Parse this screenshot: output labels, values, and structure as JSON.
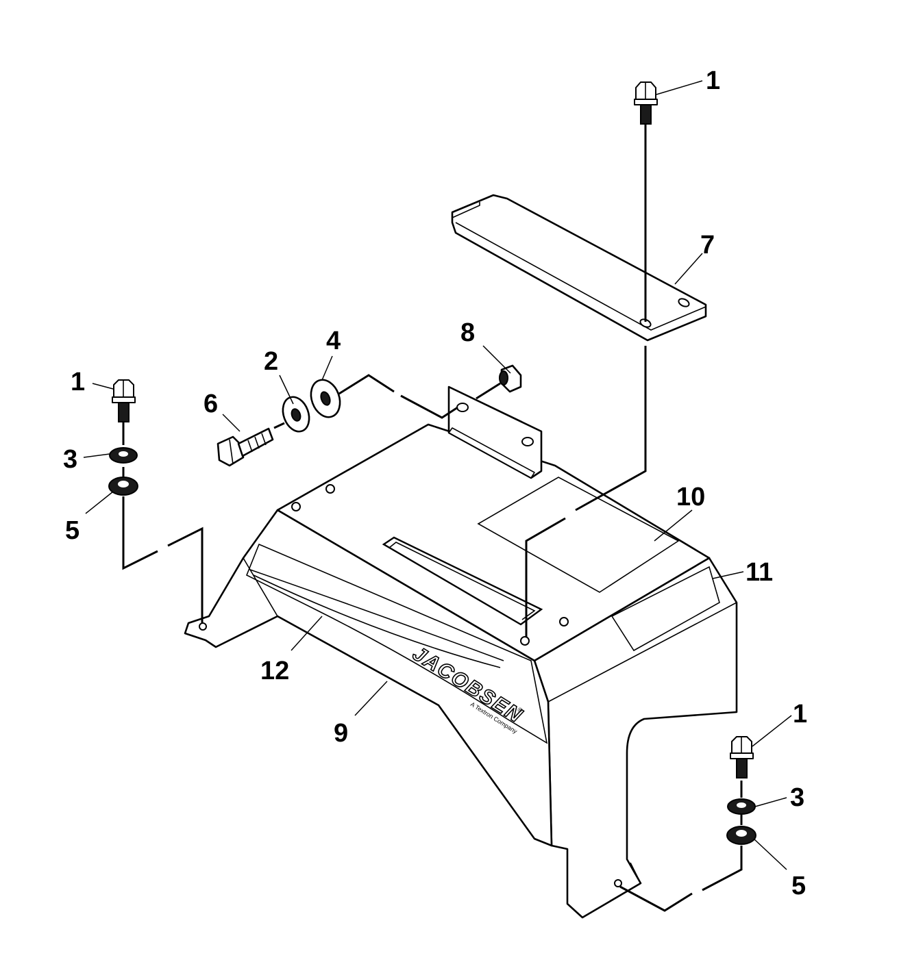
{
  "diagram": {
    "brand_text": "JACOBSEN",
    "brand_mark": "®",
    "brand_subtext": "A Textron Company",
    "callouts": [
      {
        "id": "c1-top",
        "label": "1"
      },
      {
        "id": "c7",
        "label": "7"
      },
      {
        "id": "c8",
        "label": "8"
      },
      {
        "id": "c4",
        "label": "4"
      },
      {
        "id": "c2",
        "label": "2"
      },
      {
        "id": "c6",
        "label": "6"
      },
      {
        "id": "c1-left",
        "label": "1"
      },
      {
        "id": "c3-left",
        "label": "3"
      },
      {
        "id": "c5-left",
        "label": "5"
      },
      {
        "id": "c10",
        "label": "10"
      },
      {
        "id": "c11",
        "label": "11"
      },
      {
        "id": "c12",
        "label": "12"
      },
      {
        "id": "c9",
        "label": "9"
      },
      {
        "id": "c1-right",
        "label": "1"
      },
      {
        "id": "c3-right",
        "label": "3"
      },
      {
        "id": "c5-right",
        "label": "5"
      }
    ]
  }
}
